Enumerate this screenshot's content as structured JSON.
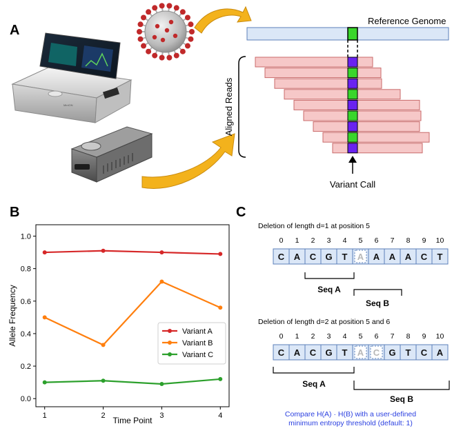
{
  "panel_a": {
    "label": "A",
    "reference_label": "Reference Genome",
    "aligned_reads_label": "Aligned Reads",
    "variant_call_label": "Variant Call",
    "device1_badge": "MinION",
    "colors": {
      "reference_fill": "#dbe7f7",
      "reference_stroke": "#5b7fb8",
      "read_fill": "#f6c8c8",
      "read_stroke": "#c96a6a",
      "ref_base": "#39d62b",
      "variant_base": "#6a22f0",
      "arrow": "#f3b21c",
      "virus": "#c0292a"
    },
    "read_column_pattern": [
      "purple",
      "green",
      "purple",
      "green",
      "purple",
      "green",
      "purple",
      "green",
      "purple"
    ]
  },
  "panel_b": {
    "label": "B",
    "chart_data": {
      "type": "line",
      "x": [
        1,
        2,
        3,
        4
      ],
      "xlabel": "Time Point",
      "ylabel": "Allele Frequency",
      "xticks": [
        "1",
        "2",
        "3",
        "4"
      ],
      "yticks": [
        "0.0",
        "0.2",
        "0.4",
        "0.6",
        "0.8",
        "1.0"
      ],
      "ylim": [
        -0.05,
        1.07
      ],
      "xlim": [
        0.85,
        4.15
      ],
      "legend_position": "center-right",
      "grid": false,
      "series": [
        {
          "name": "Variant A",
          "color": "#d62728",
          "values": [
            0.9,
            0.91,
            0.9,
            0.89
          ]
        },
        {
          "name": "Variant B",
          "color": "#ff7f0e",
          "values": [
            0.5,
            0.33,
            0.72,
            0.56
          ]
        },
        {
          "name": "Variant C",
          "color": "#2ca02c",
          "values": [
            0.1,
            0.11,
            0.09,
            0.12
          ]
        }
      ]
    }
  },
  "panel_c": {
    "label": "C",
    "example1": {
      "title": "Deletion of length d=1 at position 5",
      "indices": [
        "0",
        "1",
        "2",
        "3",
        "4",
        "5",
        "6",
        "7",
        "8",
        "9",
        "10"
      ],
      "bases": [
        "C",
        "A",
        "C",
        "G",
        "T",
        "A",
        "A",
        "A",
        "A",
        "C",
        "T"
      ],
      "deleted": [
        5
      ],
      "seq_a": "Seq A",
      "seq_b": "Seq B"
    },
    "example2": {
      "title": "Deletion of length d=2 at position 5 and 6",
      "indices": [
        "0",
        "1",
        "2",
        "3",
        "4",
        "5",
        "6",
        "7",
        "8",
        "9",
        "10"
      ],
      "bases": [
        "C",
        "A",
        "C",
        "G",
        "T",
        "A",
        "C",
        "G",
        "T",
        "C",
        "A"
      ],
      "deleted": [
        5,
        6
      ],
      "seq_a": "Seq A",
      "seq_b": "Seq B"
    },
    "note_line1": "Compare H(A) · H(B) with a user-defined",
    "note_line2": "minimum entropy threshold (default: 1)",
    "colors": {
      "cell_fill": "#dbe7f7",
      "cell_stroke": "#5b7fb8",
      "deleted_text": "#b8b8b8",
      "note": "#2a3fe0"
    }
  }
}
